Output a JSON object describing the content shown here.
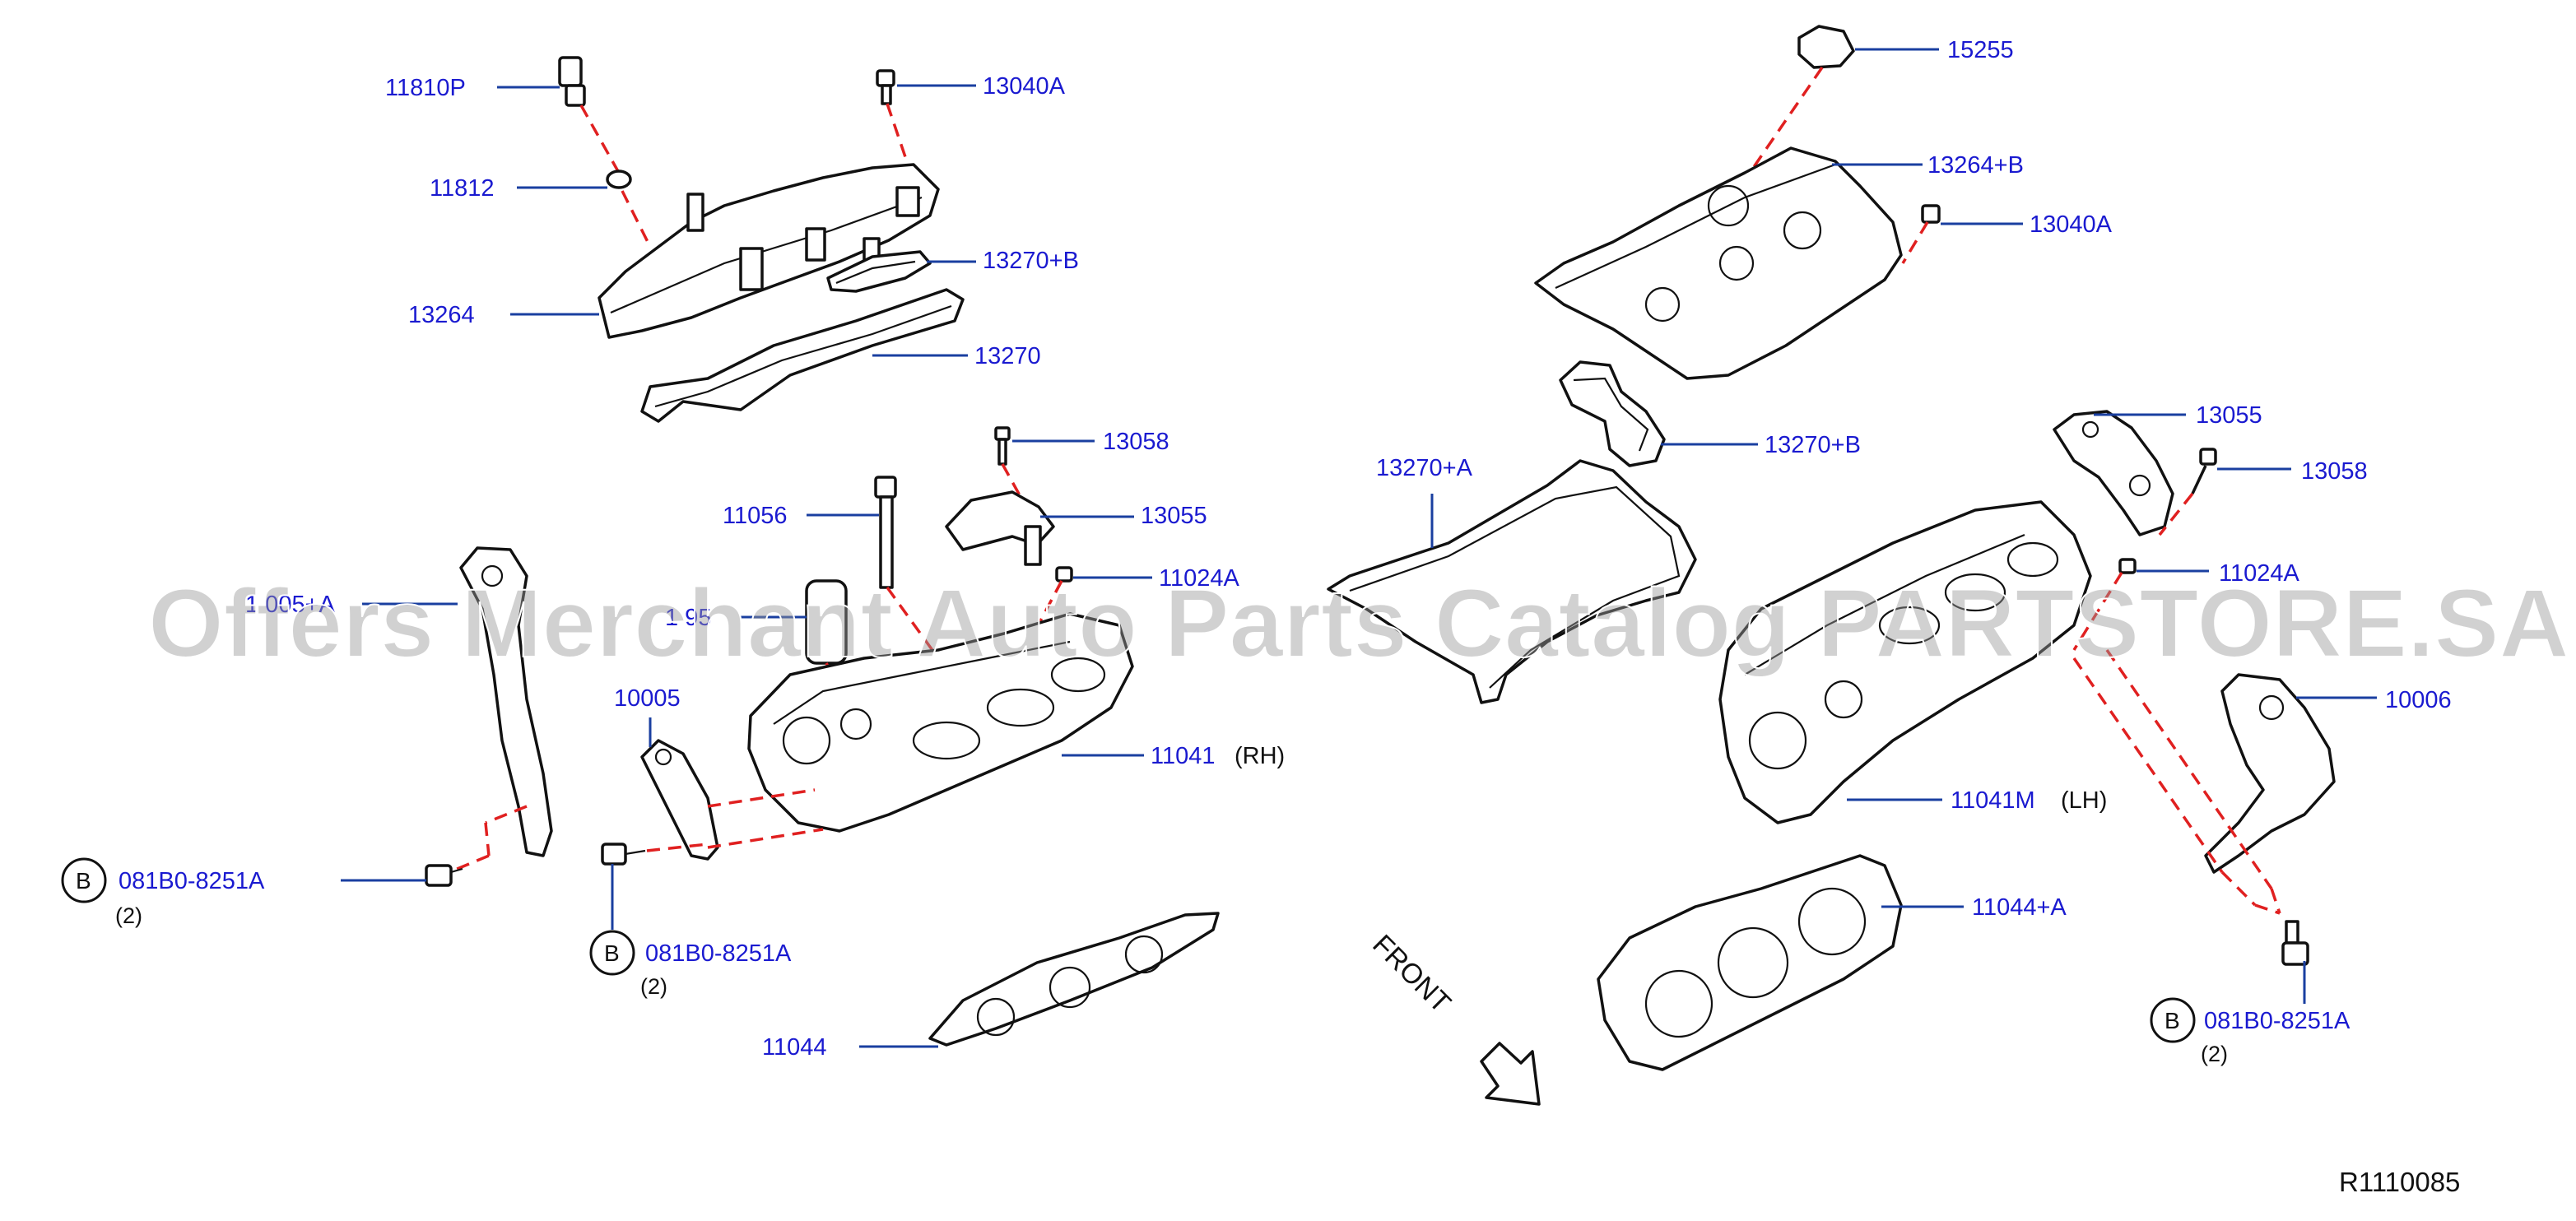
{
  "parts": {
    "p11810P": "11810P",
    "p13040A_l": "13040A",
    "p11812": "11812",
    "p13270B_l": "13270+B",
    "p13264": "13264",
    "p13270": "13270",
    "p13058_l": "13058",
    "p11056": "11056",
    "p13055_l": "13055",
    "p11024A_l": "11024A",
    "p10005A": "1 005+A",
    "p1095": "1 95",
    "p10005": "10005",
    "p11041": "11041",
    "p081B0_1": "081B0-8251A",
    "p081B0_2": "081B0-8251A",
    "p11044": "11044",
    "p15255": "15255",
    "p13264B": "13264+B",
    "p13040A_r": "13040A",
    "p13270B_r": "13270+B",
    "p13270A": "13270+A",
    "p13055_r": "13055",
    "p13058_r": "13058",
    "p11024A_r": "11024A",
    "p10006": "10006",
    "p11041M": "11041M",
    "p11044A": "11044+A",
    "p081B0_3": "081B0-8251A"
  },
  "side_labels": {
    "rh": "(RH)",
    "lh": "(LH)"
  },
  "qty": {
    "q1": "(2)",
    "q2": "(2)",
    "q3": "(2)"
  },
  "circle_letter": "B",
  "front": "FRONT",
  "watermark": "Offers Merchant Auto Parts Catalog PARTSTORE.SA",
  "ref_code": "R1110085",
  "colors": {
    "part_number": "#1a1ad0",
    "leader_line": "#1a3fa0",
    "dashed_guide": "#e02020",
    "ink": "#111111"
  }
}
